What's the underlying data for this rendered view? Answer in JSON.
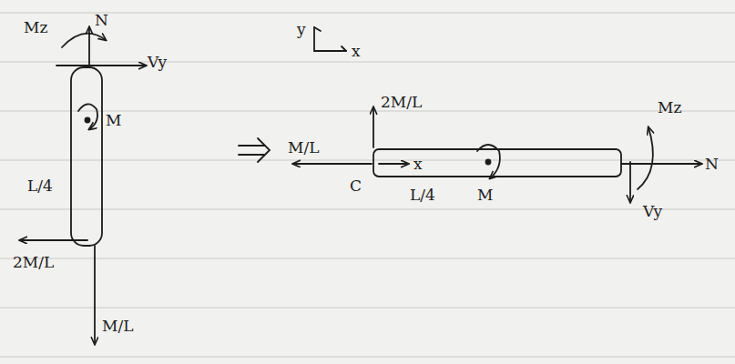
{
  "diagram": {
    "labels": [
      "Mz",
      "N",
      "Vy",
      "M",
      "L/4",
      "2M/L",
      "M/L",
      "y",
      "x",
      "2M/L",
      "M/L",
      "C",
      "x",
      "L/4",
      "M",
      "Mz",
      "N",
      "Vy"
    ]
  }
}
